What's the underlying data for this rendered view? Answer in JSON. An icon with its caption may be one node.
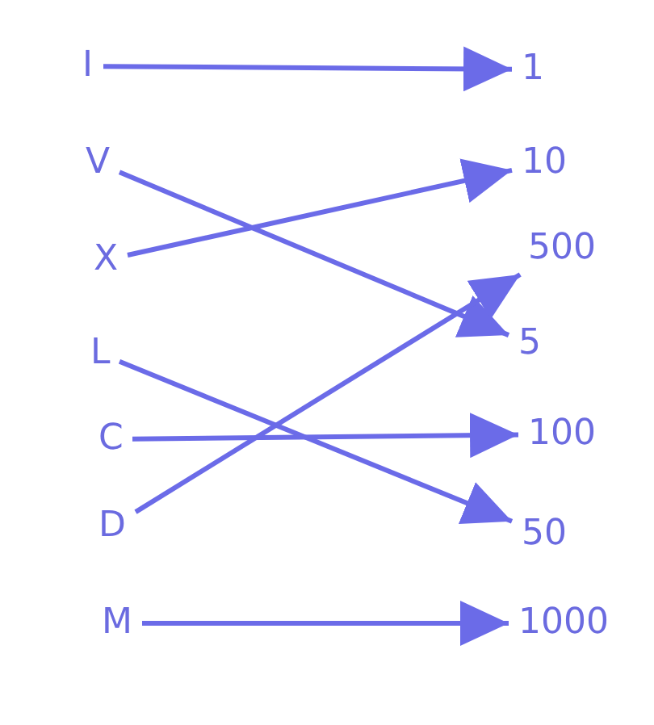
{
  "diagram": {
    "nodes": [
      {
        "text": [
          "I"
        ]
      },
      {
        "text": [
          "1"
        ]
      },
      {
        "text": [
          "V"
        ]
      },
      {
        "text": [
          "10"
        ]
      },
      {
        "text": [
          "X"
        ]
      },
      {
        "text": [
          "500"
        ]
      },
      {
        "text": [
          "L"
        ]
      },
      {
        "text": [
          "5"
        ]
      },
      {
        "text": [
          "C"
        ]
      },
      {
        "text": [
          "100"
        ]
      },
      {
        "text": [
          "D"
        ]
      },
      {
        "text": [
          "50"
        ]
      },
      {
        "text": [
          "M"
        ]
      },
      {
        "text": [
          "1000"
        ]
      }
    ],
    "edges": [
      {
        "from": 0,
        "to": 1,
        "arrow": "to"
      },
      {
        "from": 2,
        "to": 7,
        "arrow": "to"
      },
      {
        "from": 4,
        "to": 3,
        "arrow": "to"
      },
      {
        "from": 6,
        "to": 11,
        "arrow": "to"
      },
      {
        "from": 8,
        "to": 9,
        "arrow": "to"
      },
      {
        "from": 10,
        "to": 5,
        "arrow": "to"
      },
      {
        "from": 12,
        "to": 13,
        "arrow": "to"
      }
    ]
  }
}
